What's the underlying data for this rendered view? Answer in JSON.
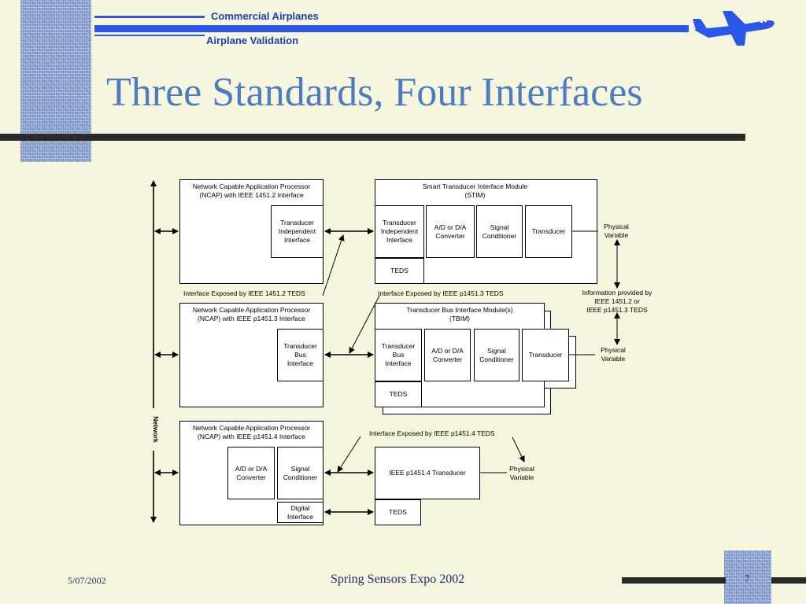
{
  "header": {
    "org_line": "Commercial Airplanes",
    "dept_line": "Airplane Validation",
    "logo_icon": "airplane-icon"
  },
  "slide": {
    "title": "Three Standards, Four Interfaces"
  },
  "diagram": {
    "network_label": "Network",
    "ncap1": {
      "title": "Network Capable Application Processor\n(NCAP) with IEEE 1451.2 Interface",
      "interface": "Transducer\nIndependent\nInterface"
    },
    "stim": {
      "title": "Smart Transducer Interface Module\n(STIM)",
      "interface": "Transducer\nIndependent\nInterface",
      "converter": "A/D or D/A\nConverter",
      "conditioner": "Signal\nConditioner",
      "transducer": "Transducer",
      "teds": "TEDS",
      "physical": "Physical\nVariable"
    },
    "exposed_1451_2": "Interface Exposed by IEEE 1451.2  TEDS",
    "exposed_p1451_3": "Interface Exposed by IEEE p1451.3  TEDS",
    "info_note": "Information provided by\nIEEE 1451.2 or\nIEEE p1451.3 TEDS",
    "ncap2": {
      "title": "Network Capable Application Processor\n(NCAP) with IEEE p1451.3 Interface",
      "interface": "Transducer\nBus\nInterface"
    },
    "tbim": {
      "title": "Transducer Bus Interface Module(s)\n(TBIM)",
      "interface": "Transducer\nBus\nInterface",
      "converter": "A/D or D/A\nConverter",
      "conditioner": "Signal\nConditioner",
      "transducer": "Transducer",
      "teds": "TEDS",
      "physical": "Physical\nVariable"
    },
    "ncap3": {
      "title": "Network Capable Application Processor\n(NCAP) with IEEE p1451.4 Interface",
      "converter": "A/D or D/A\nConverter",
      "conditioner": "Signal\nConditioner",
      "digital": "Digital\nInterface"
    },
    "exposed_p1451_4": "Interface Exposed by IEEE p1451.4 TEDS",
    "p1451_4": {
      "transducer": "IEEE p1451.4 Transducer",
      "teds": "TEDS",
      "physical": "Physical\nVariable"
    }
  },
  "footer": {
    "date": "5/07/2002",
    "title": "Spring Sensors Expo 2002",
    "page": "7"
  },
  "colors": {
    "background": "#f6f5dd",
    "title": "#4d7cc0",
    "header_text": "#1b3fb8",
    "accent_blue": "#2b57e8"
  }
}
